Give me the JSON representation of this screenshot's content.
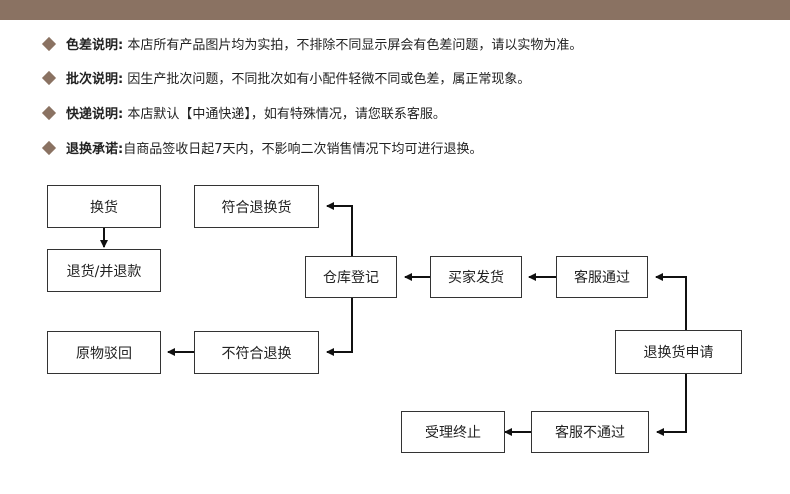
{
  "notes": [
    {
      "label": "色差说明:",
      "text": " 本店所有产品图片均为实拍，不排除不同显示屏会有色差问题，请以实物为准。"
    },
    {
      "label": "批次说明:",
      "text": " 因生产批次问题，不同批次如有小配件轻微不同或色差，属正常现象。"
    },
    {
      "label": "快递说明:",
      "text": " 本店默认【中通快递】，如有特殊情况，请您联系客服。"
    },
    {
      "label": "退换承诺:",
      "text": "自商品签收日起7天内，不影响二次销售情况下均可进行退换。"
    }
  ],
  "flow": {
    "exchange": "换货",
    "refund": "退货/并退款",
    "original_return": "原物驳回",
    "eligible": "符合退换货",
    "warehouse": "仓库登记",
    "ineligible": "不符合退换",
    "buyer_ship": "买家发货",
    "cs_pass": "客服通过",
    "request": "退换货申请",
    "cs_reject": "客服不通过",
    "terminate": "受理终止"
  },
  "colors": {
    "accent": "#8a7262",
    "line": "#111111"
  }
}
